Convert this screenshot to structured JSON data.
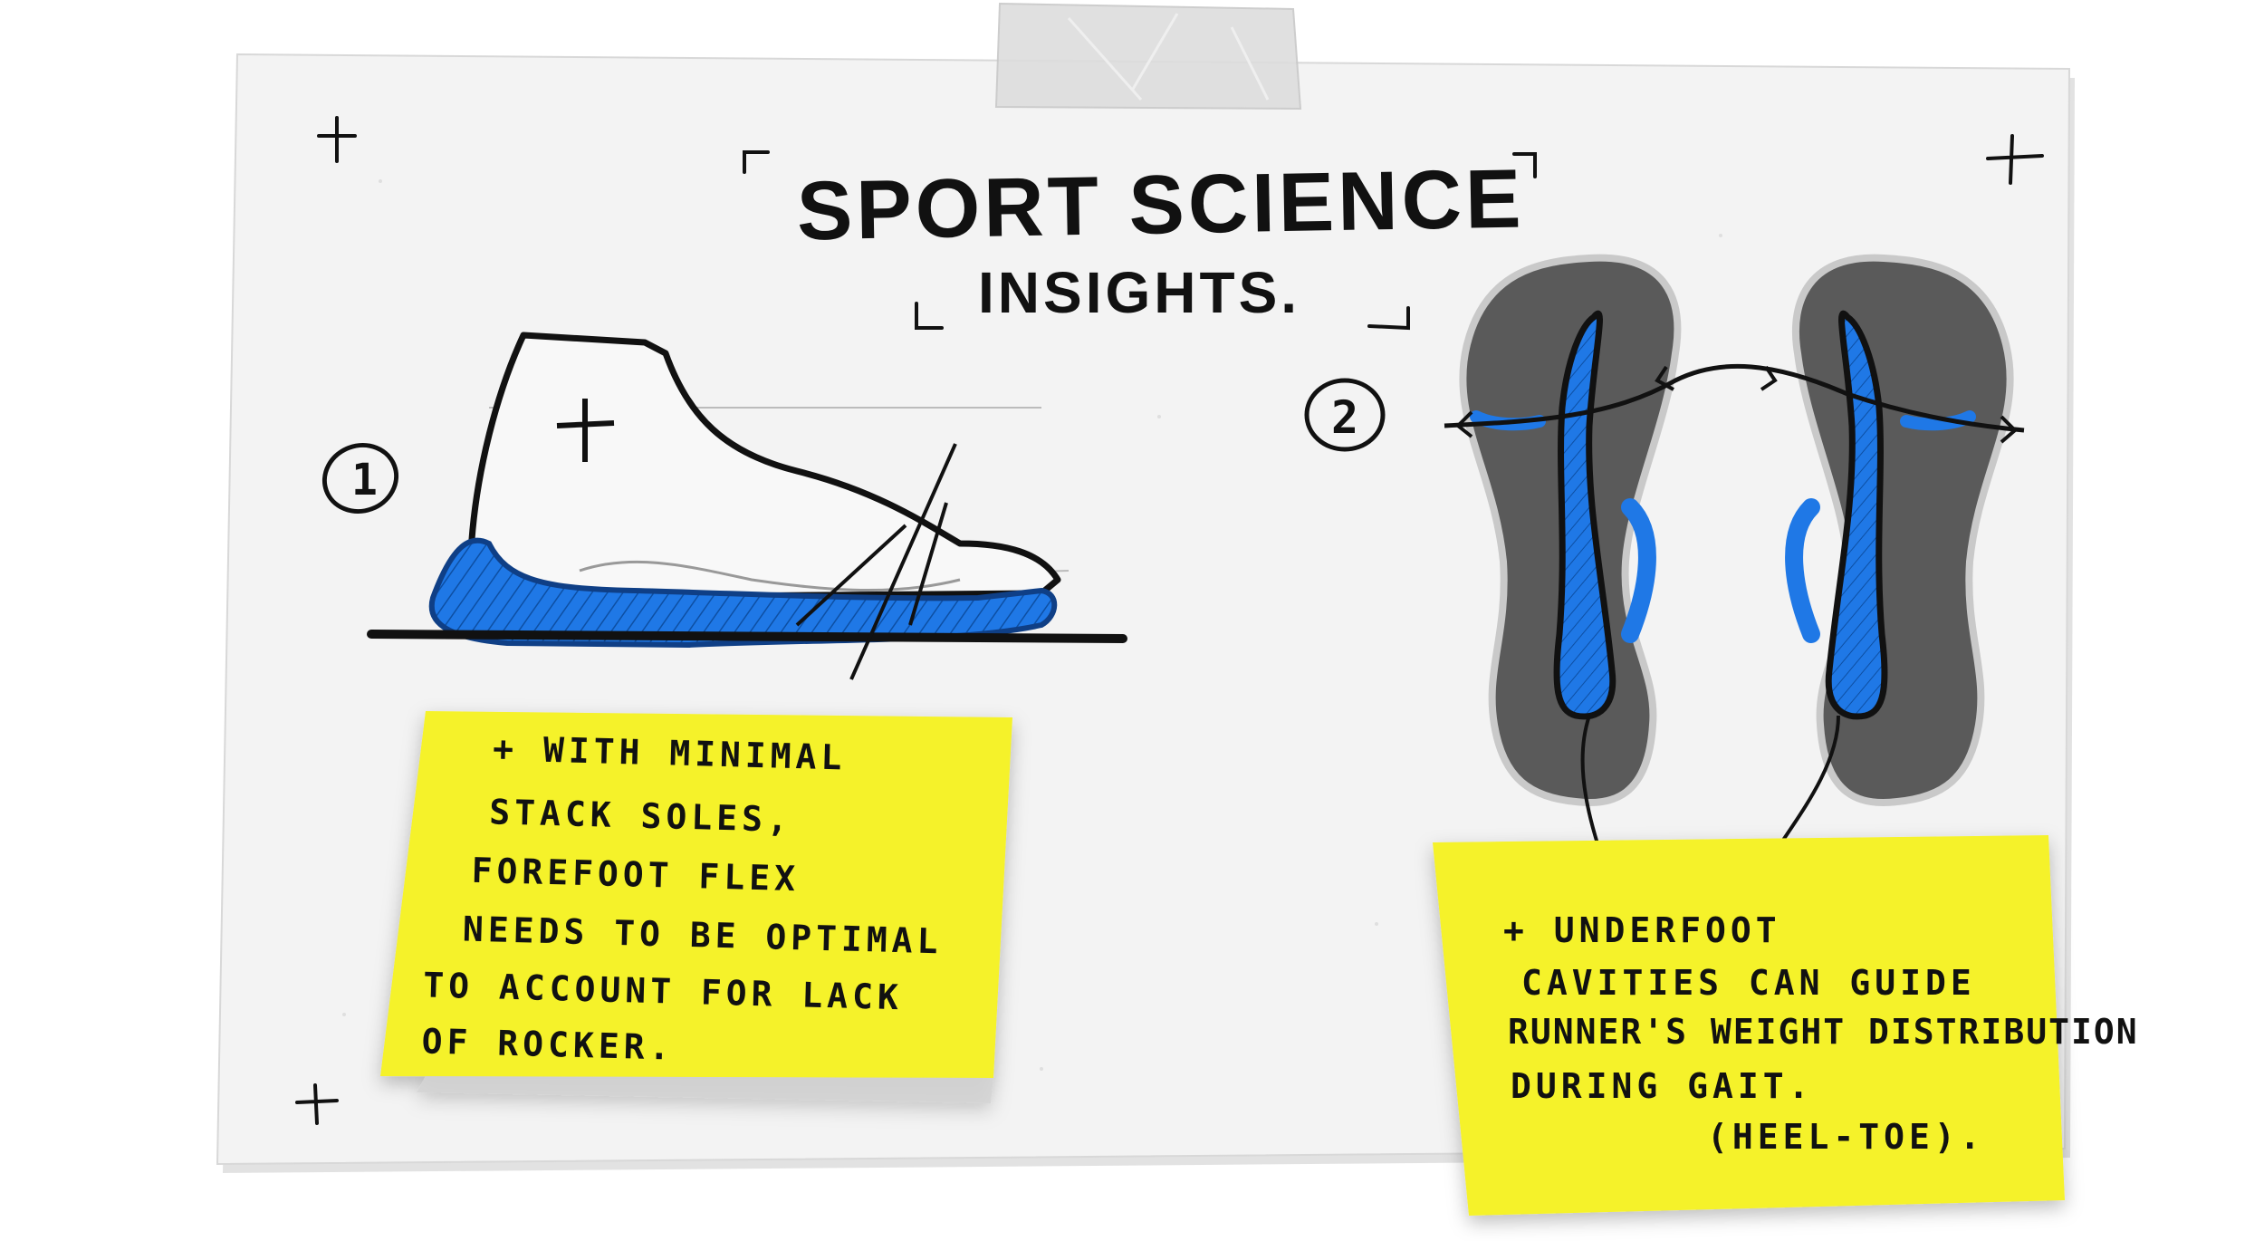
{
  "title": {
    "line1": "SPORT SCIENCE",
    "line2": "INSIGHTS."
  },
  "figures": {
    "one_label": "1",
    "two_label": "2"
  },
  "note_left": {
    "lines": [
      "+ WITH MINIMAL",
      "STACK SOLES,",
      "FOREFOOT FLEX",
      "NEEDS TO BE OPTIMAL",
      "TO ACCOUNT FOR LACK",
      "OF ROCKER."
    ]
  },
  "note_right": {
    "lines": [
      "+ UNDERFOOT",
      "CAVITIES CAN GUIDE",
      "RUNNER'S WEIGHT DISTRIBUTION",
      "DURING GAIT.",
      "(HEEL-TOE)."
    ]
  },
  "colors": {
    "paper": "#f3f3f3",
    "sole_blue": "#1f78e6",
    "sticky_yellow": "#f5f22c",
    "insole_gray": "#555555",
    "ink": "#111111",
    "tape": "#dcdcdc"
  }
}
